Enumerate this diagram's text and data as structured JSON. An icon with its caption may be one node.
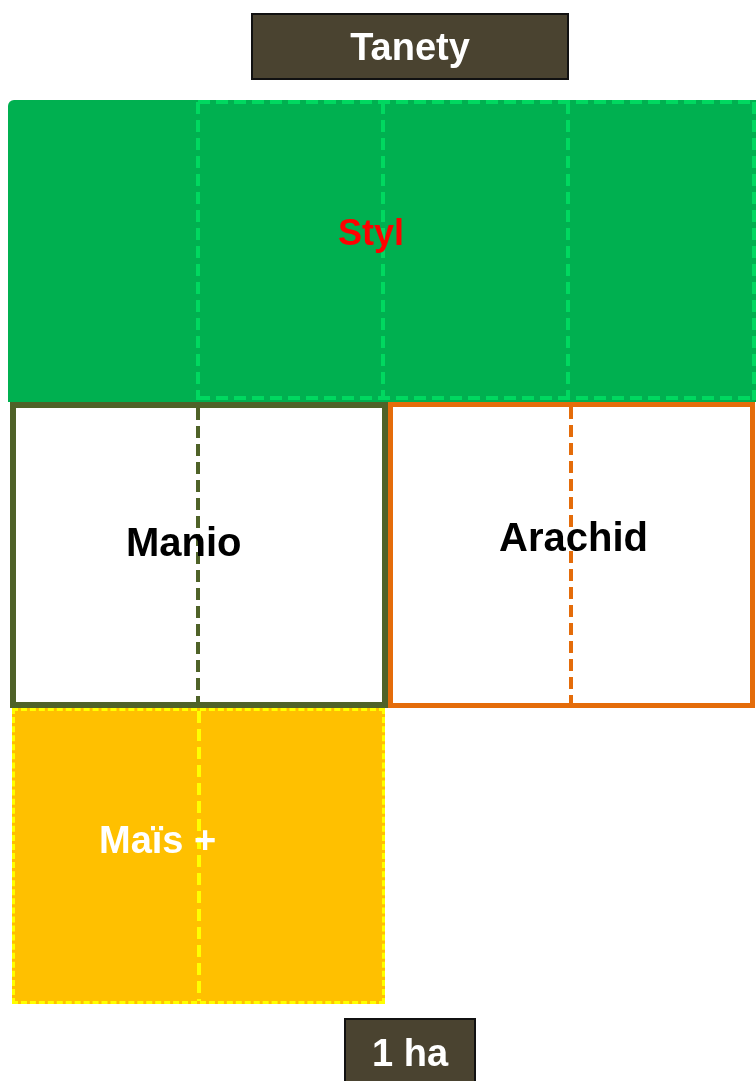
{
  "diagram": {
    "nodes": [
      {
        "text": [
          "Tanety"
        ]
      },
      {
        "text": [
          "Styl"
        ]
      },
      {
        "text": [
          "Manio"
        ]
      },
      {
        "text": [
          "Arachid"
        ]
      },
      {
        "text": [
          "Maïs +"
        ]
      },
      {
        "text": [
          "1 ha"
        ]
      }
    ]
  }
}
